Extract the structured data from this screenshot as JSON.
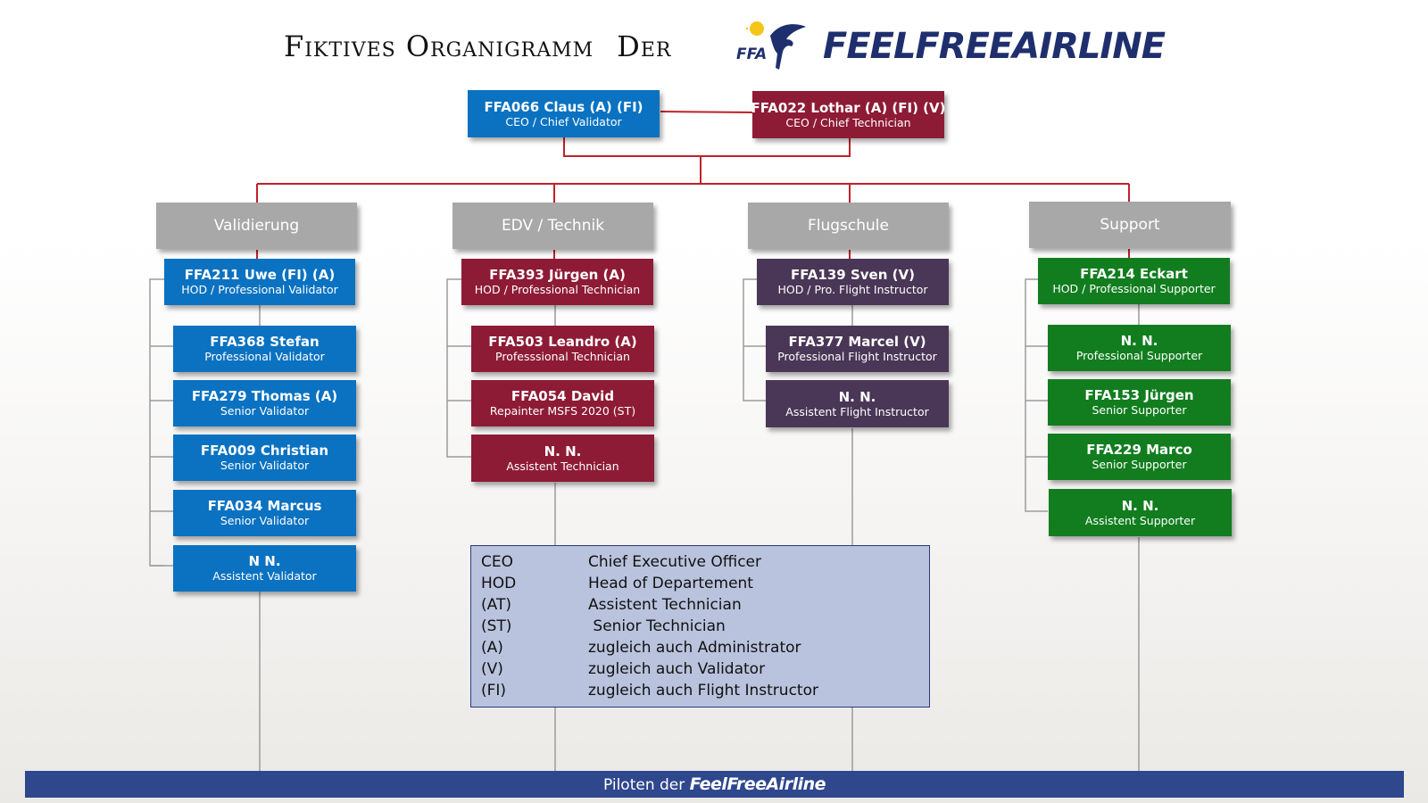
{
  "title": {
    "prefix": "Fiktives Organigramm",
    "der": "Der",
    "brand": "FeelFreeAirline",
    "logo_text": "FFA"
  },
  "leadership": [
    {
      "name": "FFA066 Claus (A) (FI)",
      "role": "CEO / Chief Validator"
    },
    {
      "name": "FFA022 Lothar (A) (FI) (V)",
      "role": "CEO / Chief Technician"
    }
  ],
  "departments": [
    {
      "label": "Validierung",
      "head": {
        "name": "FFA211 Uwe (FI) (A)",
        "role": "HOD / Professional Validator"
      },
      "members": [
        {
          "name": "FFA368 Stefan",
          "role": "Professional Validator"
        },
        {
          "name": "FFA279 Thomas (A)",
          "role": "Senior Validator"
        },
        {
          "name": "FFA009 Christian",
          "role": "Senior Validator"
        },
        {
          "name": "FFA034 Marcus",
          "role": "Senior Validator"
        },
        {
          "name": "N N.",
          "role": "Assistent Validator"
        }
      ]
    },
    {
      "label": "EDV / Technik",
      "head": {
        "name": "FFA393 Jürgen (A)",
        "role": "HOD / Professional Technician"
      },
      "members": [
        {
          "name": "FFA503 Leandro (A)",
          "role": "Professsional Technician"
        },
        {
          "name": "FFA054 David",
          "role": "Repainter MSFS 2020 (ST)"
        },
        {
          "name": "N. N.",
          "role": "Assistent Technician"
        }
      ]
    },
    {
      "label": "Flugschule",
      "head": {
        "name": "FFA139 Sven (V)",
        "role": "HOD / Pro. Flight Instructor"
      },
      "members": [
        {
          "name": "FFA377 Marcel (V)",
          "role": "Professional Flight Instructor"
        },
        {
          "name": "N. N.",
          "role": "Assistent Flight Instructor"
        }
      ]
    },
    {
      "label": "Support",
      "head": {
        "name": "FFA214 Eckart",
        "role": "HOD / Professional Supporter"
      },
      "members": [
        {
          "name": "N. N.",
          "role": "Professional Supporter"
        },
        {
          "name": "FFA153 Jürgen",
          "role": "Senior Supporter"
        },
        {
          "name": "FFA229 Marco",
          "role": "Senior Supporter"
        },
        {
          "name": "N. N.",
          "role": "Assistent Supporter"
        }
      ]
    }
  ],
  "legend": [
    {
      "abbr": "CEO",
      "text": "Chief Executive Officer"
    },
    {
      "abbr": "HOD",
      "text": "Head of Departement"
    },
    {
      "abbr": "(AT)",
      "text": "Assistent Technician"
    },
    {
      "abbr": "(ST)",
      "text": " Senior Technician"
    },
    {
      "abbr": "(A)",
      "text": "zugleich auch Administrator"
    },
    {
      "abbr": "(V)",
      "text": "zugleich auch Validator"
    },
    {
      "abbr": "(FI)",
      "text": "zugleich auch Flight Instructor"
    }
  ],
  "footer": {
    "prefix": "Piloten der",
    "brand": "FeelFreeAirline"
  },
  "colors": {
    "validierung": "#0b72c1",
    "technik": "#8e1b35",
    "flugschule": "#4a3656",
    "support": "#127d1f",
    "department_header": "#a8a8a8",
    "connector_red": "#c0202a",
    "brand_navy": "#1f2f6e",
    "footer_bar": "#2f478c",
    "legend_bg": "#b9c3dd"
  }
}
